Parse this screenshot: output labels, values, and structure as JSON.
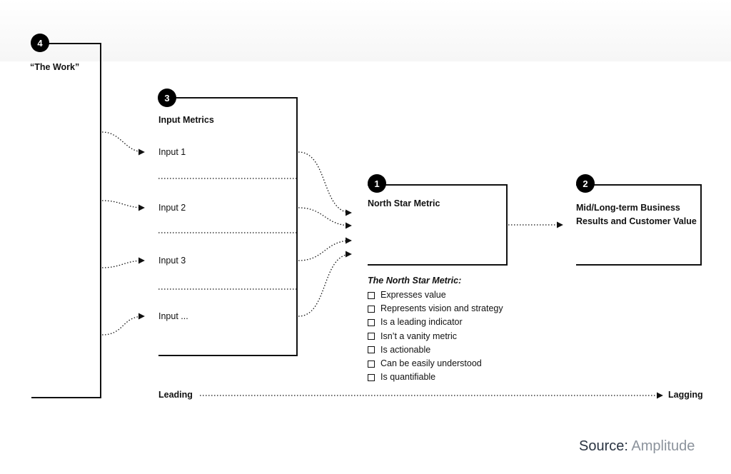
{
  "diagram": {
    "work": {
      "number": "4",
      "label": "“The Work”"
    },
    "inputs": {
      "number": "3",
      "title": "Input Metrics",
      "items": [
        "Input 1",
        "Input 2",
        "Input 3",
        "Input ..."
      ]
    },
    "north_star": {
      "number": "1",
      "title": "North Star Metric",
      "checklist_title": "The North Star Metric:",
      "checklist": [
        "Expresses value",
        "Represents vision and strategy",
        "Is a leading indicator",
        "Isn’t a vanity metric",
        "Is actionable",
        "Can be easily understood",
        "Is quantifiable"
      ]
    },
    "results": {
      "number": "2",
      "title_line1": "Mid/Long-term Business",
      "title_line2": "Results and Customer Value"
    },
    "axis": {
      "start": "Leading",
      "end": "Lagging"
    },
    "source": {
      "prefix": "Source:",
      "brand": "Amplitude"
    }
  }
}
